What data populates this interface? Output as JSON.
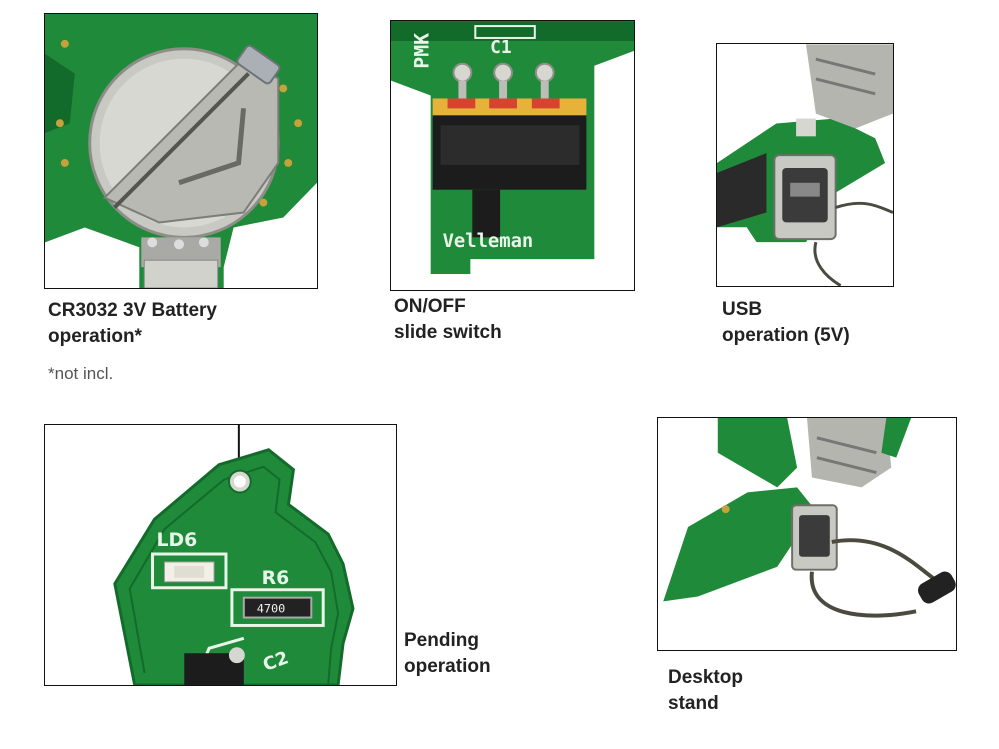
{
  "colors": {
    "pcb": "#1f8a3a",
    "pcb_dark": "#136b2b",
    "metal": "#c9c9c4",
    "metal_dark": "#8e8e88",
    "solder": "#d7d7d2",
    "silk": "#e8f5e8",
    "switch_body": "#1c1c1c",
    "pad_orange": "#e7b23a",
    "pad_red": "#d6432f",
    "led_white": "#f1efe6",
    "cable": "#4a4a3f"
  },
  "panels": {
    "battery": {
      "caption_line1": "CR3032 3V Battery",
      "caption_line2": "operation*",
      "note": "*not incl."
    },
    "switch": {
      "caption_line1": "ON/OFF",
      "caption_line2": "slide switch",
      "silk": {
        "pmk": "PMK",
        "c1": "C1",
        "brand": "Velleman"
      }
    },
    "usb": {
      "caption_line1": "USB",
      "caption_line2": "operation (5V)"
    },
    "pending": {
      "caption_line1": "Pending",
      "caption_line2": "operation",
      "silk": {
        "ld6": "LD6",
        "r6": "R6",
        "resistor_code": "4700",
        "c2": "C2"
      }
    },
    "desktop": {
      "caption_line1": "Desktop",
      "caption_line2": "stand"
    }
  }
}
